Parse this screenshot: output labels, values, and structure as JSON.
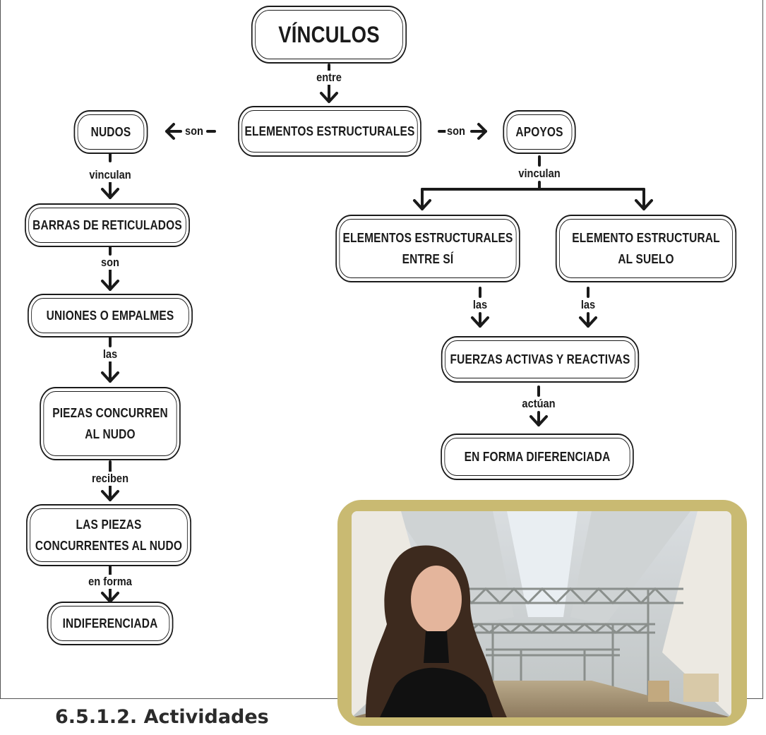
{
  "nodes": {
    "vinculos": "VÍNCULOS",
    "elementos_estructurales": "ELEMENTOS ESTRUCTURALES",
    "nudos": "NUDOS",
    "apoyos": "APOYOS",
    "barras": "BARRAS DE RETICULADOS",
    "uniones": "UNIONES O EMPALMES",
    "piezas_l1": "PIEZAS CONCURREN",
    "piezas_l2": "AL NUDO",
    "las_piezas_l1": "LAS PIEZAS",
    "las_piezas_l2": "CONCURRENTES AL NUDO",
    "indiferenciada": "INDIFERENCIADA",
    "entre_si_l1": "ELEMENTOS ESTRUCTURALES",
    "entre_si_l2": "ENTRE SÍ",
    "al_suelo_l1": "ELEMENTO ESTRUCTURAL",
    "al_suelo_l2": "AL SUELO",
    "fuerzas": "FUERZAS ACTIVAS Y REACTIVAS",
    "diferenciada": "EN FORMA DIFERENCIADA"
  },
  "links": {
    "entre": "entre",
    "son_left": "son",
    "son_right": "son",
    "vinculan_left": "vinculan",
    "vinculan_right": "vinculan",
    "son_down": "son",
    "las_left": "las",
    "reciben": "reciben",
    "en_forma": "en forma",
    "las_a": "las",
    "las_b": "las",
    "actuan": "actúan"
  },
  "heading": "6.5.1.2. Actividades",
  "colors": {
    "frame_gold": "#c9ba72",
    "ink": "#1a1a1a"
  }
}
